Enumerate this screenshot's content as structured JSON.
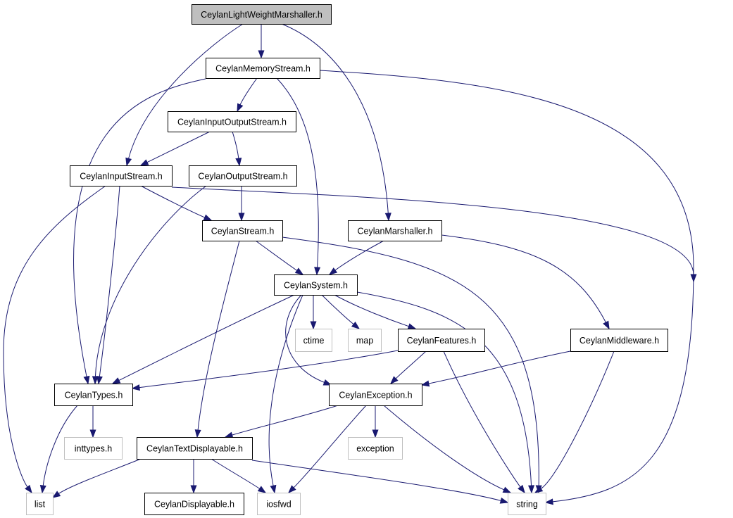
{
  "colors": {
    "edge": "#191970",
    "root_fill": "#bfbfbf",
    "node_border": "#000000",
    "system_border": "#bfbfbf",
    "background": "#ffffff"
  },
  "nodes": [
    {
      "id": "lwm",
      "label": "CeylanLightWeightMarshaller.h",
      "kind": "root"
    },
    {
      "id": "memstream",
      "label": "CeylanMemoryStream.h",
      "kind": "header"
    },
    {
      "id": "iostream",
      "label": "CeylanInputOutputStream.h",
      "kind": "header"
    },
    {
      "id": "instream",
      "label": "CeylanInputStream.h",
      "kind": "header"
    },
    {
      "id": "outstream",
      "label": "CeylanOutputStream.h",
      "kind": "header"
    },
    {
      "id": "stream",
      "label": "CeylanStream.h",
      "kind": "header"
    },
    {
      "id": "marshaller",
      "label": "CeylanMarshaller.h",
      "kind": "header"
    },
    {
      "id": "system",
      "label": "CeylanSystem.h",
      "kind": "header"
    },
    {
      "id": "ctime",
      "label": "ctime",
      "kind": "system"
    },
    {
      "id": "map",
      "label": "map",
      "kind": "system"
    },
    {
      "id": "features",
      "label": "CeylanFeatures.h",
      "kind": "header"
    },
    {
      "id": "middleware",
      "label": "CeylanMiddleware.h",
      "kind": "header"
    },
    {
      "id": "types",
      "label": "CeylanTypes.h",
      "kind": "header"
    },
    {
      "id": "exception_h",
      "label": "CeylanException.h",
      "kind": "header"
    },
    {
      "id": "inttypes",
      "label": "inttypes.h",
      "kind": "system"
    },
    {
      "id": "textdisp",
      "label": "CeylanTextDisplayable.h",
      "kind": "header"
    },
    {
      "id": "exception",
      "label": "exception",
      "kind": "system"
    },
    {
      "id": "list",
      "label": "list",
      "kind": "system"
    },
    {
      "id": "disp",
      "label": "CeylanDisplayable.h",
      "kind": "header"
    },
    {
      "id": "iosfwd",
      "label": "iosfwd",
      "kind": "system"
    },
    {
      "id": "string",
      "label": "string",
      "kind": "system"
    }
  ],
  "edges": [
    {
      "from": "lwm",
      "to": "memstream"
    },
    {
      "from": "lwm",
      "to": "instream"
    },
    {
      "from": "lwm",
      "to": "marshaller"
    },
    {
      "from": "memstream",
      "to": "iostream"
    },
    {
      "from": "memstream",
      "to": "system"
    },
    {
      "from": "memstream",
      "to": "types"
    },
    {
      "from": "memstream",
      "to": "string"
    },
    {
      "from": "iostream",
      "to": "instream"
    },
    {
      "from": "iostream",
      "to": "outstream"
    },
    {
      "from": "instream",
      "to": "stream"
    },
    {
      "from": "instream",
      "to": "types"
    },
    {
      "from": "instream",
      "to": "list"
    },
    {
      "from": "instream",
      "to": "string"
    },
    {
      "from": "outstream",
      "to": "stream"
    },
    {
      "from": "outstream",
      "to": "types"
    },
    {
      "from": "stream",
      "to": "system"
    },
    {
      "from": "stream",
      "to": "textdisp"
    },
    {
      "from": "stream",
      "to": "string"
    },
    {
      "from": "marshaller",
      "to": "system"
    },
    {
      "from": "marshaller",
      "to": "middleware"
    },
    {
      "from": "system",
      "to": "ctime"
    },
    {
      "from": "system",
      "to": "map"
    },
    {
      "from": "system",
      "to": "features"
    },
    {
      "from": "system",
      "to": "types"
    },
    {
      "from": "system",
      "to": "exception_h"
    },
    {
      "from": "system",
      "to": "iosfwd"
    },
    {
      "from": "system",
      "to": "string"
    },
    {
      "from": "features",
      "to": "types"
    },
    {
      "from": "features",
      "to": "exception_h"
    },
    {
      "from": "features",
      "to": "string"
    },
    {
      "from": "middleware",
      "to": "exception_h"
    },
    {
      "from": "middleware",
      "to": "string"
    },
    {
      "from": "types",
      "to": "inttypes"
    },
    {
      "from": "types",
      "to": "list"
    },
    {
      "from": "exception_h",
      "to": "textdisp"
    },
    {
      "from": "exception_h",
      "to": "exception"
    },
    {
      "from": "exception_h",
      "to": "iosfwd"
    },
    {
      "from": "exception_h",
      "to": "string"
    },
    {
      "from": "textdisp",
      "to": "disp"
    },
    {
      "from": "textdisp",
      "to": "iosfwd"
    },
    {
      "from": "textdisp",
      "to": "list"
    },
    {
      "from": "textdisp",
      "to": "string"
    }
  ]
}
